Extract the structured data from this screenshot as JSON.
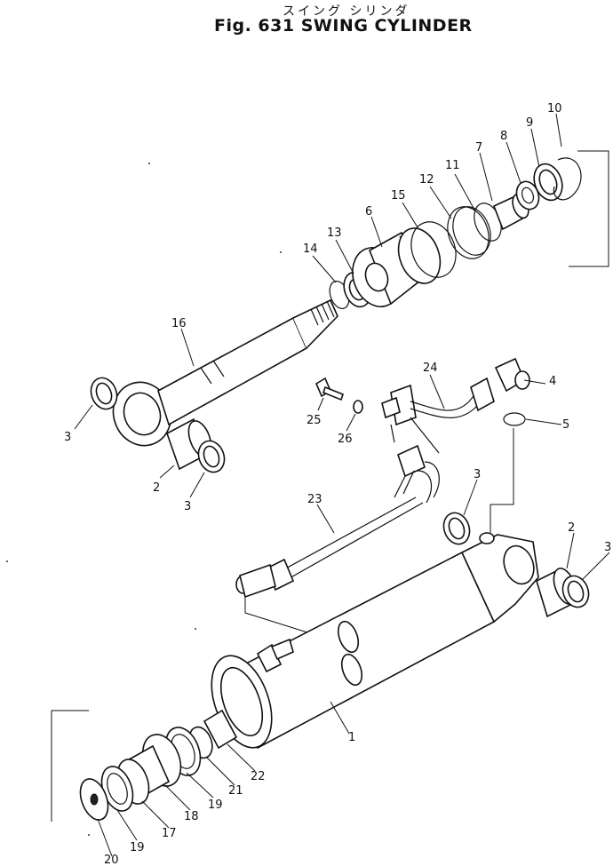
{
  "title": {
    "japanese": "スイング シリンダ",
    "english": "Fig. 631 SWING CYLINDER"
  },
  "callouts": [
    "1",
    "2",
    "3",
    "4",
    "5",
    "6",
    "7",
    "8",
    "9",
    "10",
    "11",
    "12",
    "13",
    "14",
    "15",
    "16",
    "17",
    "18",
    "19",
    "20",
    "21",
    "22",
    "23",
    "24",
    "25",
    "26"
  ]
}
